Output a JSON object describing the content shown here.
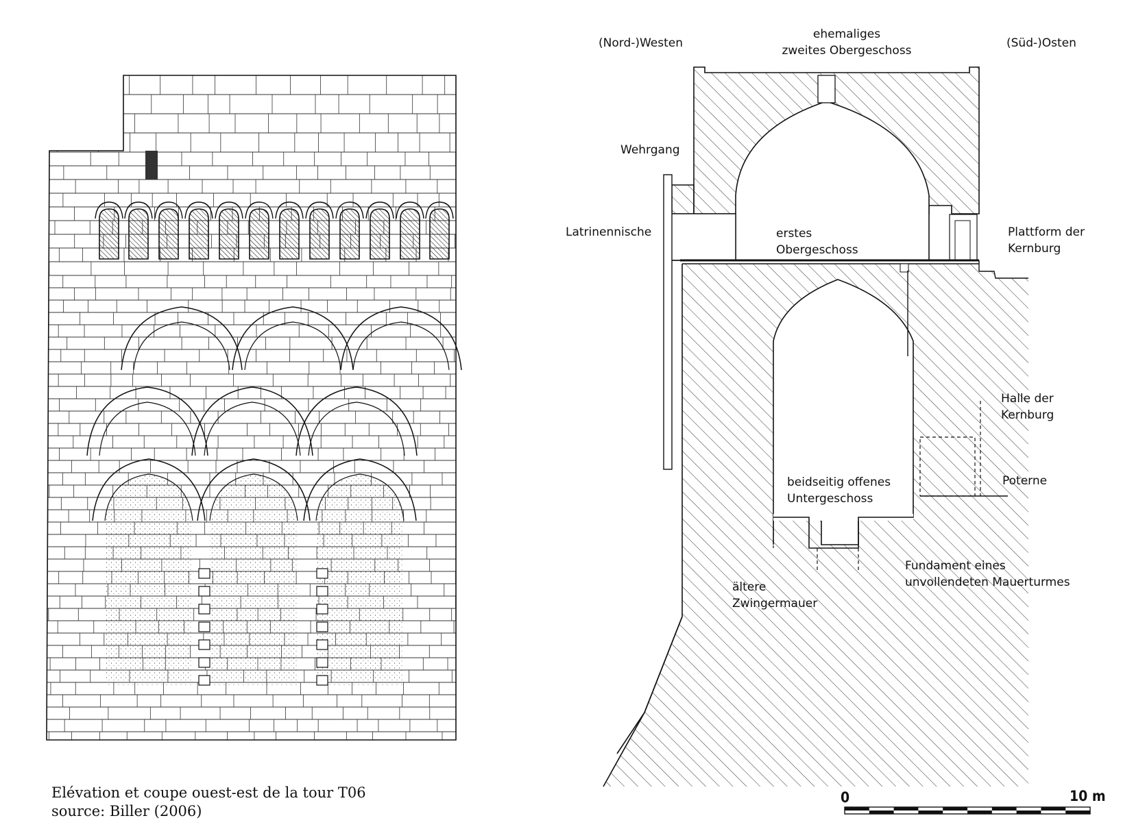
{
  "labels": {
    "nord_westen": "(Nord-)Westen",
    "ehemaliges_1": "ehemaliges",
    "ehemaliges_2": "zweites Obergeschoss",
    "sued_osten": "(Süd-)Osten",
    "wehrgang": "Wehrgang",
    "latrinennische": "Latrinennische",
    "erstes_1": "erstes",
    "erstes_2": "Obergeschoss",
    "plattform_1": "Plattform der",
    "plattform_2": "Kernburg",
    "halle_1": "Halle der",
    "halle_2": "Kernburg",
    "poterne": "Poterne",
    "untergeschoss_1": "beidseitig offenes",
    "untergeschoss_2": "Untergeschoss",
    "fundament_1": "Fundament eines",
    "fundament_2": "unvollendeten Mauerturmes",
    "zwinger_1": "ältere",
    "zwinger_2": "Zwingermauer"
  },
  "scale_bar": {
    "start_label": "0",
    "end_label": "10 m",
    "segments": 10
  },
  "caption": {
    "line1": "Elévation et coupe ouest-est de la tour T06",
    "line2": "source: Biller (2006)"
  },
  "colors": {
    "ink": "#111111",
    "window_fill": "#3a3a3a",
    "paper": "#ffffff"
  }
}
